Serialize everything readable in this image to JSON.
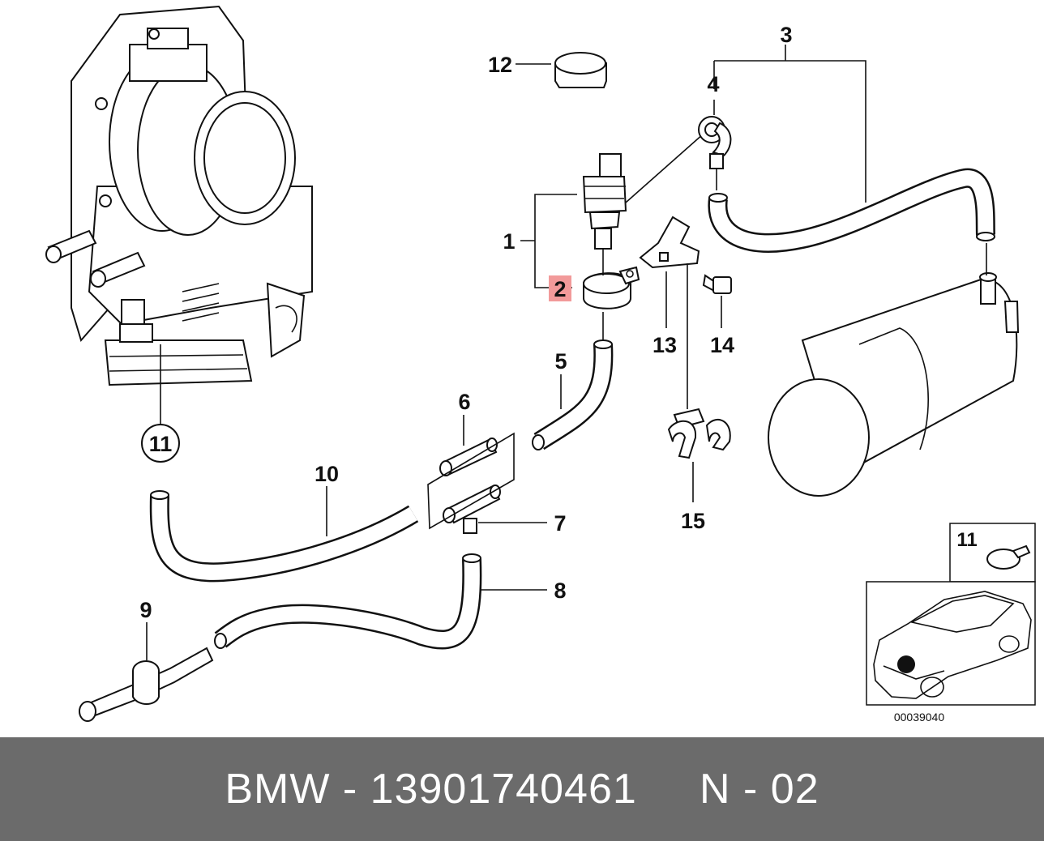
{
  "callouts": {
    "c1": "1",
    "c2": "2",
    "c3": "3",
    "c4": "4",
    "c5": "5",
    "c6": "6",
    "c7": "7",
    "c8": "8",
    "c9": "9",
    "c10": "10",
    "c11": "11",
    "c12": "12",
    "c13": "13",
    "c14": "14",
    "c15": "15"
  },
  "highlight_color": "#f29a9a",
  "inset": {
    "clamp_label": "11",
    "image_code": "00039040"
  },
  "footer": {
    "text": "BMW - 13901740461     N - 02",
    "background": "#6b6b6b"
  }
}
